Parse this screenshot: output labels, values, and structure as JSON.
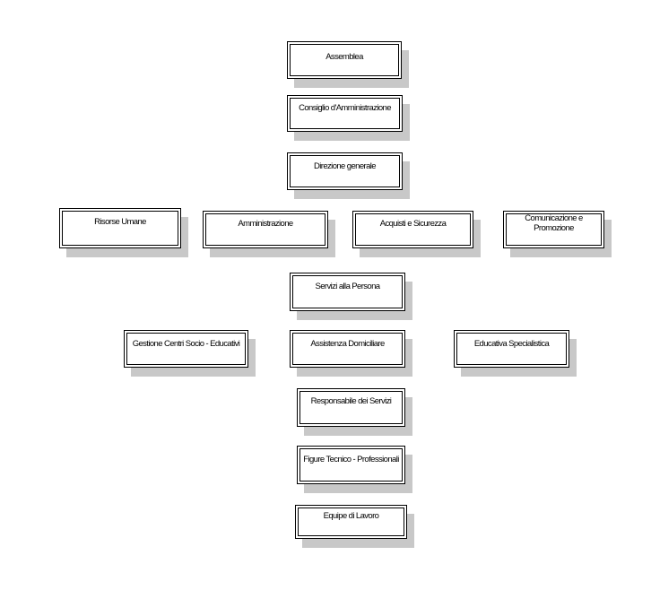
{
  "org_chart": {
    "nodes": {
      "assemblea": "Assemblea",
      "consiglio": "Consiglio d'Amministrazione",
      "direzione": "Direzione generale",
      "risorse": "Risorse Umane",
      "amministrazione": "Amministrazione",
      "acquisti": "Acquisti e Sicurezza",
      "comunicazione": "Comunicazione e\nPromozione",
      "servizi_persona": "Servizi alla Persona",
      "gestione_centri": "Gestione Centri Socio - Educativi",
      "assistenza": "Assistenza Domiciliare",
      "educativa": "Educativa Specialistica",
      "responsabile": "Responsabile dei Servizi",
      "figure": "Figure Tecnico - Professionali",
      "equipe": "Equipe di Lavoro"
    }
  }
}
